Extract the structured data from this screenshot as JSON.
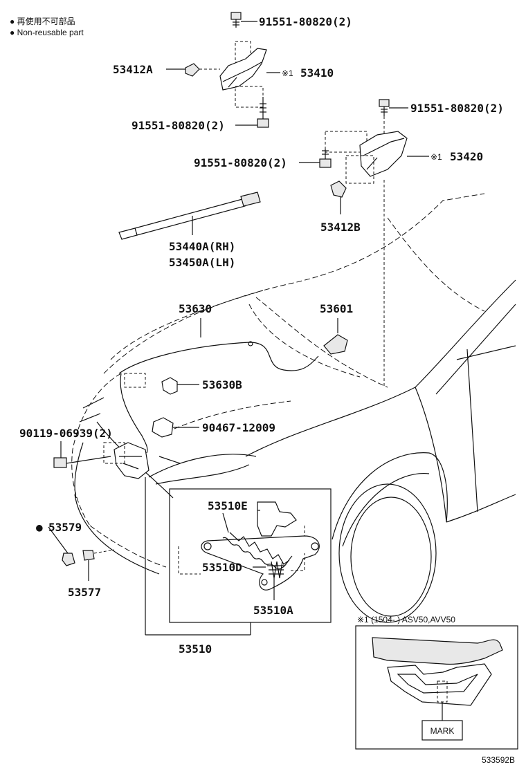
{
  "legend": {
    "items": [
      {
        "symbol": "●",
        "text": "再使用不可部品"
      },
      {
        "symbol": "●",
        "text": "Non-reusable part"
      }
    ]
  },
  "parts": {
    "bolt_top": "91551-80820(2)",
    "p53412A": "53412A",
    "mark_53410": "※1",
    "p53410": "53410",
    "bolt_mid_left": "91551-80820(2)",
    "bolt_right_top": "91551-80820(2)",
    "mark_53420": "※1",
    "p53420": "53420",
    "bolt_right_mid": "91551-80820(2)",
    "p53412B": "53412B",
    "p53440A": "53440A(RH)",
    "p53450A": "53450A(LH)",
    "p53630": "53630",
    "p53601": "53601",
    "p53630B": "53630B",
    "p90467": "90467-12009",
    "p90119": "90119-06939(2)",
    "p53579": "53579",
    "p53579_mark": "●",
    "p53577": "53577",
    "p53510E": "53510E",
    "p53510D": "53510D",
    "p53510A": "53510A",
    "p53510": "53510"
  },
  "inset": {
    "header": "※1 (1504-      ) ASV50,AVV50",
    "mark_label": "MARK"
  },
  "figure_code": "533592B"
}
